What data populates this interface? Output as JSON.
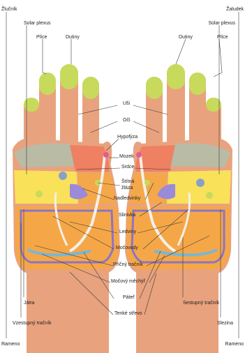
{
  "labels": {
    "zlucnik": "Žlučník",
    "zaludek": "Žaludek",
    "solar_left": "Solar plexus",
    "solar_right": "Solar plexus",
    "plice_left": "Plíce",
    "plice_right": "Plíce",
    "dutiny_left": "Dutiny",
    "dutiny_right": "Dutiny",
    "usi": "Uši",
    "oci": "Oči",
    "hypofyza": "Hypofýza",
    "mozek": "Mozek",
    "srdce": "Srdce",
    "stitna_1": "Štítná",
    "stitna_2": "žláza",
    "nadledvinky": "Nadledvinky",
    "slinivka": "Slinivka",
    "ledviny": "Ledviny",
    "mocovody": "Močovody",
    "pricny_tracnik": "Příčný tračník",
    "mocovy_mechyr": "Močový měchýř",
    "pater": "Páteř",
    "tenke_strevo": "Tenké střevo",
    "jatra": "Játra",
    "sestupny_tracnik": "Sestupný tračník",
    "vzestupny_tracnik": "Vzestupný tračník",
    "slezina": "Slezina",
    "rameno_left": "Rameno",
    "rameno_right": "Rameno"
  },
  "colors": {
    "skin": "#e9a27e",
    "skin_shadow": "#d98a66",
    "finger_tips": "#c7da5c",
    "lung_zone": "#b4bda8",
    "heart_zone": "#f07c5e",
    "liver_zone": "#f6d34a",
    "yellow_zone": "#f9e15a",
    "orange_zone": "#f5a845",
    "kidney_zone": "#9a8ad8",
    "colon_outline": "#8c73c8",
    "intestine": "#f2c43f",
    "bladder": "#76b7d8",
    "spine_line": "#f5f0e8",
    "pituitary": "#e35a9a",
    "leader_line": "#3b3b3b"
  }
}
